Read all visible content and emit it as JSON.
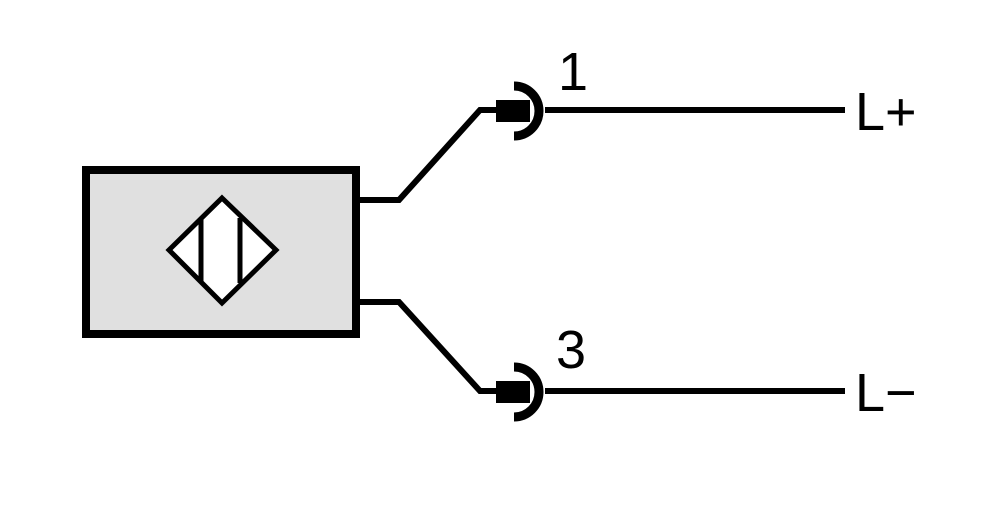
{
  "diagram": {
    "pins": [
      {
        "number": "1",
        "signal": "L+"
      },
      {
        "number": "3",
        "signal": "L−"
      }
    ],
    "colors": {
      "line": "#000000",
      "sensor_fill": "#e0e0e0",
      "background": "#ffffff"
    },
    "icons": {
      "sensor_symbol": "inductive-sensor-diamond-icon",
      "pin_connector": "socket-pin-icon"
    }
  }
}
